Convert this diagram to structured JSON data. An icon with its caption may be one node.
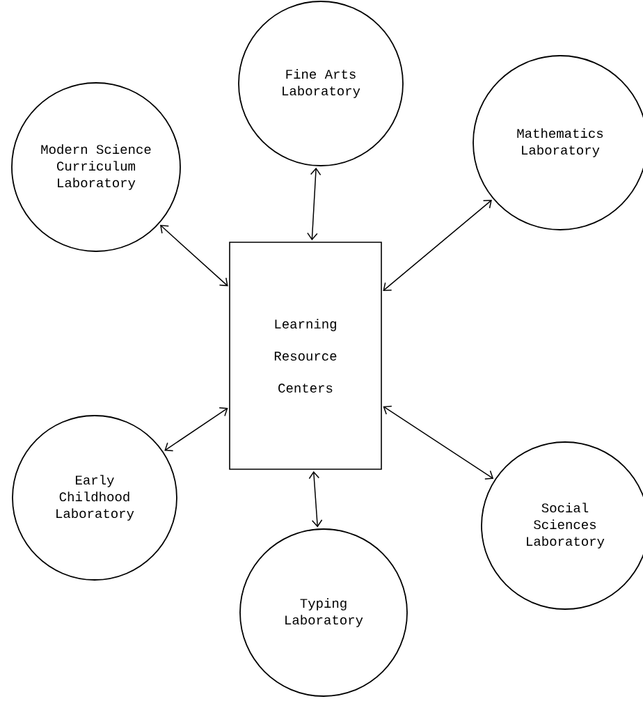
{
  "diagram": {
    "nodes": [
      {
        "text": [
          "Fine Arts Laboratory"
        ]
      },
      {
        "text": [
          "Mathematics Laboratory"
        ]
      },
      {
        "text": [
          "Modern Science Curriculum Laboratory"
        ]
      },
      {
        "text": [
          "Learning Resource Centers"
        ]
      },
      {
        "text": [
          "Early Childhood Laboratory"
        ]
      },
      {
        "text": [
          "Social Sciences Laboratory"
        ]
      },
      {
        "text": [
          "Typing Laboratory"
        ]
      }
    ],
    "edges": [
      {
        "from": 0,
        "to": 3,
        "arrow": "both"
      },
      {
        "from": 1,
        "to": 3,
        "arrow": "both"
      },
      {
        "from": 2,
        "to": 3,
        "arrow": "both"
      },
      {
        "from": 4,
        "to": 3,
        "arrow": "both"
      },
      {
        "from": 5,
        "to": 3,
        "arrow": "both"
      },
      {
        "from": 6,
        "to": 3,
        "arrow": "both"
      }
    ]
  }
}
